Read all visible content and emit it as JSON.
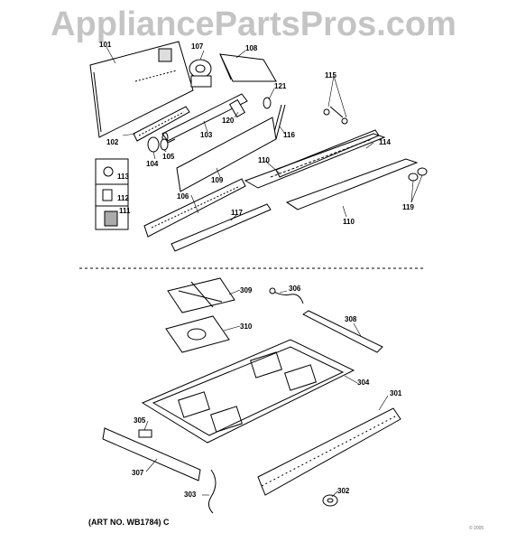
{
  "watermark": "AppliancePartsPros.com",
  "caption": "(ART NO. WB1784) C",
  "stamp": "© 2005",
  "callouts": [
    {
      "id": "p101",
      "label": "101"
    },
    {
      "id": "p102",
      "label": "102"
    },
    {
      "id": "p103",
      "label": "103"
    },
    {
      "id": "p104",
      "label": "104"
    },
    {
      "id": "p105",
      "label": "105"
    },
    {
      "id": "p106",
      "label": "106"
    },
    {
      "id": "p107",
      "label": "107"
    },
    {
      "id": "p108",
      "label": "108"
    },
    {
      "id": "p109",
      "label": "109"
    },
    {
      "id": "p110a",
      "label": "110"
    },
    {
      "id": "p110b",
      "label": "110"
    },
    {
      "id": "p111",
      "label": "111"
    },
    {
      "id": "p112",
      "label": "112"
    },
    {
      "id": "p113",
      "label": "113"
    },
    {
      "id": "p114",
      "label": "114"
    },
    {
      "id": "p115",
      "label": "115"
    },
    {
      "id": "p116",
      "label": "116"
    },
    {
      "id": "p117",
      "label": "117"
    },
    {
      "id": "p119",
      "label": "119"
    },
    {
      "id": "p120",
      "label": "120"
    },
    {
      "id": "p121",
      "label": "121"
    },
    {
      "id": "p301",
      "label": "301"
    },
    {
      "id": "p302",
      "label": "302"
    },
    {
      "id": "p303",
      "label": "303"
    },
    {
      "id": "p304",
      "label": "304"
    },
    {
      "id": "p305",
      "label": "305"
    },
    {
      "id": "p306",
      "label": "306"
    },
    {
      "id": "p307",
      "label": "307"
    },
    {
      "id": "p308",
      "label": "308"
    },
    {
      "id": "p309",
      "label": "309"
    },
    {
      "id": "p310",
      "label": "310"
    }
  ]
}
